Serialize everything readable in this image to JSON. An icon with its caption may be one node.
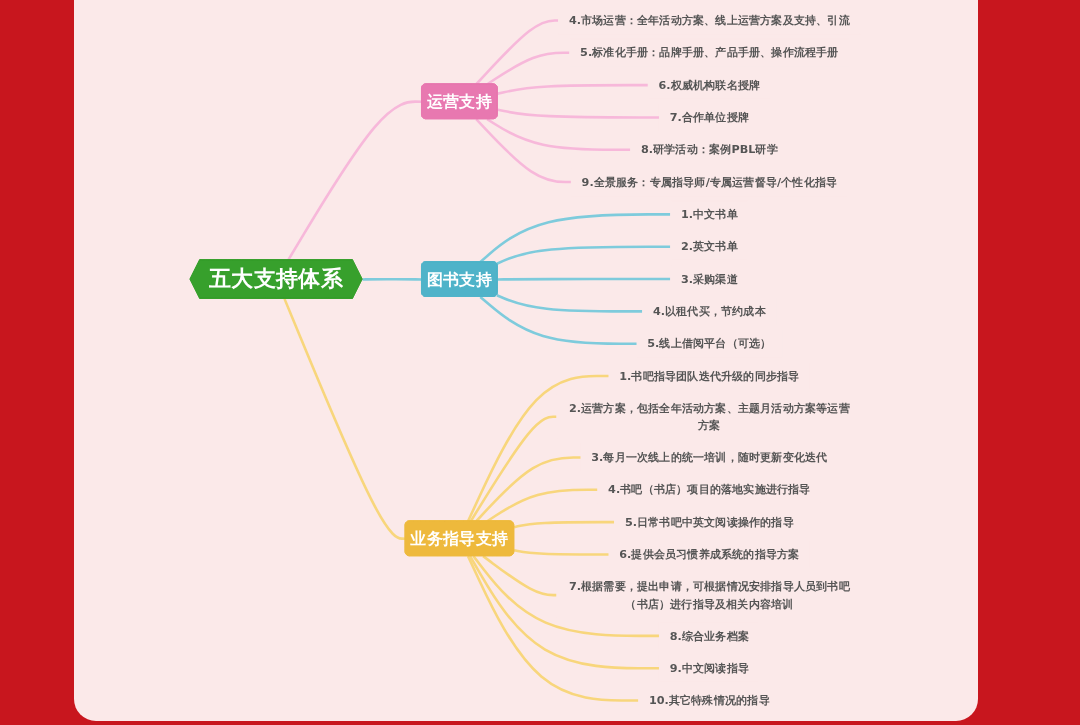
{
  "diagram": {
    "nodes": [
      {
        "text": [
          "五大支持体系"
        ]
      },
      {
        "text": [
          "运营支持"
        ]
      },
      {
        "text": [
          "4.市场运营：全年活动方案、线上运营方案及支持、引流"
        ]
      },
      {
        "text": [
          "5.标准化手册：品牌手册、产品手册、操作流程手册"
        ]
      },
      {
        "text": [
          "6.权威机构联名授牌"
        ]
      },
      {
        "text": [
          "7.合作单位授牌"
        ]
      },
      {
        "text": [
          "8.研学活动：案例PBL研学"
        ]
      },
      {
        "text": [
          "9.全景服务：专属指导师/专属运营督导/个性化指导"
        ]
      },
      {
        "text": [
          "图书支持"
        ]
      },
      {
        "text": [
          "1.中文书单"
        ]
      },
      {
        "text": [
          "2.英文书单"
        ]
      },
      {
        "text": [
          "3.采购渠道"
        ]
      },
      {
        "text": [
          "4.以租代买，节约成本"
        ]
      },
      {
        "text": [
          "5.线上借阅平台（可选）"
        ]
      },
      {
        "text": [
          "业务指导支持"
        ]
      },
      {
        "text": [
          "1.书吧指导团队迭代升级的同步指导"
        ]
      },
      {
        "text": [
          "2.运营方案，包括全年活动方案、主题月活动方案等运营方案"
        ]
      },
      {
        "text": [
          "3.每月一次线上的统一培训，随时更新变化迭代"
        ]
      },
      {
        "text": [
          "4.书吧（书店）项目的落地实施进行指导"
        ]
      },
      {
        "text": [
          "5.日常书吧中英文阅读操作的指导"
        ]
      },
      {
        "text": [
          "6.提供会员习惯养成系统的指导方案"
        ]
      },
      {
        "text": [
          "7.根据需要，提出申请，可根据情况安排指导人员到书吧（书店）进行指导及相关内容培训"
        ]
      },
      {
        "text": [
          "8.综合业务档案"
        ]
      },
      {
        "text": [
          "9.中文阅读指导"
        ]
      },
      {
        "text": [
          "10.其它特殊情况的指导"
        ]
      }
    ],
    "edges": [
      {
        "from": 0,
        "to": 1,
        "arrow": "none",
        "color": "#f7b8da"
      },
      {
        "from": 1,
        "to": 2,
        "arrow": "none",
        "color": "#f7b8da"
      },
      {
        "from": 1,
        "to": 3,
        "arrow": "none",
        "color": "#f7b8da"
      },
      {
        "from": 1,
        "to": 4,
        "arrow": "none",
        "color": "#f7b8da"
      },
      {
        "from": 1,
        "to": 5,
        "arrow": "none",
        "color": "#f7b8da"
      },
      {
        "from": 1,
        "to": 6,
        "arrow": "none",
        "color": "#f7b8da"
      },
      {
        "from": 1,
        "to": 7,
        "arrow": "none",
        "color": "#f7b8da"
      },
      {
        "from": 0,
        "to": 8,
        "arrow": "none",
        "color": "#7ecbdc"
      },
      {
        "from": 8,
        "to": 9,
        "arrow": "none",
        "color": "#7ecbdc"
      },
      {
        "from": 8,
        "to": 10,
        "arrow": "none",
        "color": "#7ecbdc"
      },
      {
        "from": 8,
        "to": 11,
        "arrow": "none",
        "color": "#7ecbdc"
      },
      {
        "from": 8,
        "to": 12,
        "arrow": "none",
        "color": "#7ecbdc"
      },
      {
        "from": 8,
        "to": 13,
        "arrow": "none",
        "color": "#7ecbdc"
      },
      {
        "from": 0,
        "to": 14,
        "arrow": "none",
        "color": "#f8d67c"
      },
      {
        "from": 14,
        "to": 15,
        "arrow": "none",
        "color": "#f8d67c"
      },
      {
        "from": 14,
        "to": 16,
        "arrow": "none",
        "color": "#f8d67c"
      },
      {
        "from": 14,
        "to": 17,
        "arrow": "none",
        "color": "#f8d67c"
      },
      {
        "from": 14,
        "to": 18,
        "arrow": "none",
        "color": "#f8d67c"
      },
      {
        "from": 14,
        "to": 19,
        "arrow": "none",
        "color": "#f8d67c"
      },
      {
        "from": 14,
        "to": 20,
        "arrow": "none",
        "color": "#f8d67c"
      },
      {
        "from": 14,
        "to": 21,
        "arrow": "none",
        "color": "#f8d67c"
      },
      {
        "from": 14,
        "to": 22,
        "arrow": "none",
        "color": "#f8d67c"
      },
      {
        "from": 14,
        "to": 23,
        "arrow": "none",
        "color": "#f8d67c"
      },
      {
        "from": 14,
        "to": 24,
        "arrow": "none",
        "color": "#f8d67c"
      }
    ]
  }
}
